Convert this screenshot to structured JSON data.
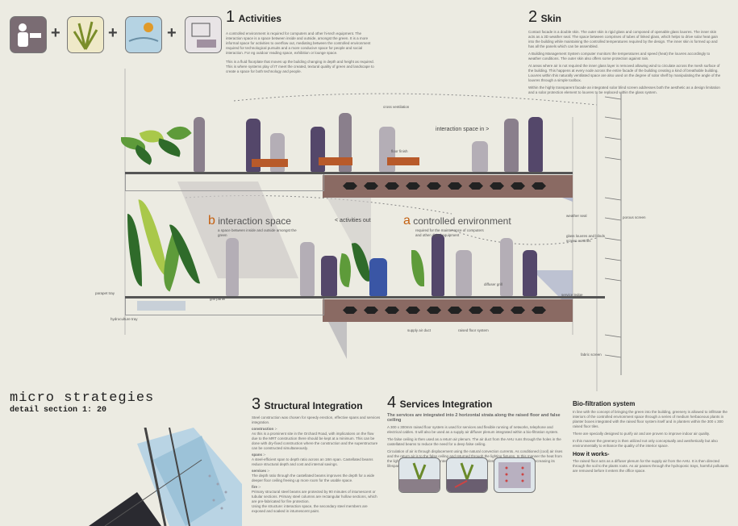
{
  "sections": {
    "activities": {
      "num": "1",
      "title": "Activities",
      "body": "A controlled environment is required for computers and other hi-tech equipment. The interaction space is a space between inside and outside, amongst the green. It is a more informal space for activities to overflow out, mediating between the controlled environment required for technological pursuits and a more conducive space for people and social interaction. For eg outdoor reading space, exhibition or lounge space.",
      "body2": "This is a fluid floorplate that moves up the building changing in depth and height as required. This is where systems play of IT meet the created, textural quality of green and landscape to create a space for both technology and people."
    },
    "skin": {
      "num": "2",
      "title": "Skin",
      "body": "Contact facade is a double skin. The outer skin is rigid glass and composed of openable glass louvres. The inner skin acts as a 3D weather seal. The space between comprises of tubes of linked glass, which helps to drive solar heat gain into the building while maintaining the controlled temperatures required by the design. The inner skin is formed up and has all the panels which can be assembled.",
      "body2": "A Building Management System computer monitors the temperatures and speed (heat) the louvres accordingly to weather conditions. The outer skin also offers some protection against rain.",
      "body3": "At areas where air is not required the inner glass layer is removed allowing wind to circulate across the mesh surface of the building. This happens at every node across the entire facade of the building creating a kind of breathable building. Louvres within this naturally ventilated space are also used on the degree of solar shelf by manipulating the angle of the louvres through a simple toolbox.",
      "body4": "Within the highly transparent facade an integrated solar blind screen addresses both the aesthetic as a design limitation and a solar protection element to louvres to be replaced within the glass system."
    },
    "structural": {
      "num": "3",
      "title": "Structural Integration",
      "intro": "Steel construction was chosen for speedy erection, effective spans and services integration.",
      "h1": "construction :-",
      "body": "As this is a prominent site in the Orchard Road, with implications on the flow due to the MRT construction there should be kept at a minimum. This can be done with dry-fixed construction where the construction and the superstructure can be constructed simultaneously.",
      "h2": "spans :-",
      "body2": "A steel-efficient span to depth ratio across an 18m span. Castellated beams reduce structural depth and cost and internal savings.",
      "h3": "services :-",
      "body3": "The depth ratio through the castellated beams improves the depth for a wide deeper floor ceiling freeing up more room for the usable space.",
      "h4": "fire :-",
      "body4": "Primary structural steel beams are protected by 90 minutes of intumescent or tubular sections. Primary steel columns are rectangular hollow sections, which are pre-fabricated for fire protection.",
      "body5": "Using the structure: interaction space, the secondary steel members are exposed and soaked in intumescent paint."
    },
    "services": {
      "num": "4",
      "title": "Services Integration",
      "intro": "The services are integrated into 2 horizontal strata along the raised floor and false ceiling",
      "body": "A 300 x 300mm raised floor system is used for services and flexible running of networks, telephone and electrical cables. It will also be used as a supply air diffuser plenum integrated within a bio-filtration system.",
      "body2": "The false ceiling is then used as a return air plenum. The air duct from the AHU runs through the holes in the castellated beams to reduce the need for a deep false ceiling.",
      "body3": "Circulation of air is through displacement using the natural convection currents. As conditioned (cool) air rises and the return air is to the false ceiling and returned through the lighting fixtures. In this manner the heat from the lighting is removed before it enters the rooms also lighting elements in contact thereby decreasing its lifespan."
    },
    "biofiltration": {
      "title": "Bio-filtration system",
      "body": "In line with the concept of bringing the green into the building, greenery is allowed to infiltrate the interiors of the controlled environment space through a series of medium herbaceous plants in planter boxes integrated with the raised floor system itself and in planters within the 300 x 300 raised floor tiles.",
      "body2": "There are specially designed to purify air and are proven to improve indoor air quality.",
      "body3": "In this manner the greenery is then utilized not only conceptually and aesthetically but also environmentally to enhance the quality of the interior space.",
      "h": "How it works-",
      "body4": "The raised floor acts as a diffuser plenum for the supply air from the AHU. It is then directed through the soil to the plants roots. As air passes through the hydroponic trays, harmful pollutants are removed before it enters the office space."
    }
  },
  "title": {
    "main": "micro strategies",
    "sub": "detail section 1: 20"
  },
  "labels": {
    "interaction_space_in": "interaction space in",
    "activities_out": "activities out",
    "b_letter": "b",
    "b_label": "interaction space",
    "b_desc": "a space between inside and outside amongst the green",
    "a_letter": "a",
    "a_label": "controlled environment",
    "a_desc": "required for the maintenance of computers and other digital equipment",
    "cross_ventilation": "cross ventilation",
    "floor_finish": "floor finish",
    "weather_seal": "weather seal",
    "porous_screen": "porous screen",
    "glass_louvres": "glass louvres and blinds screen controls",
    "fabric_screen": "fabric screen",
    "service_ledge": "service ledge",
    "hydroculture_tray": "hydroculture tray",
    "supply_air_duct": "supply air duct",
    "raised_floor": "raised floor system",
    "diffuser_grill": "diffuser grill",
    "grill_panel": "grill panel",
    "parapet_tray": "parapet tray"
  },
  "colors": {
    "bg": "#ecebe2",
    "accent": "#c46010",
    "strip": "#8a6a63",
    "green": "#5e9b3a"
  }
}
